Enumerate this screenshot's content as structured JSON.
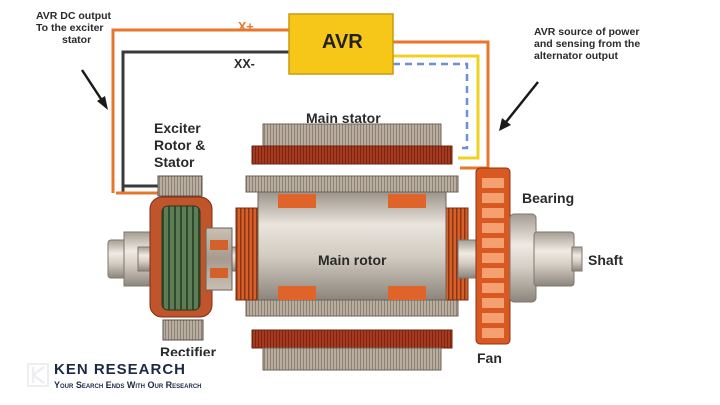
{
  "diagram": {
    "avr_label": "AVR",
    "signal_positive": "X+",
    "signal_negative": "XX-",
    "note_left": [
      "AVR DC output",
      "To the exciter",
      "stator"
    ],
    "note_right": [
      "AVR source of power",
      "and sensing from the",
      "alternator output"
    ],
    "main_stator": "Main stator",
    "exciter": [
      "Exciter",
      "Rotor &",
      "Stator"
    ],
    "main_rotor": "Main rotor",
    "bearing": "Bearing",
    "shaft": "Shaft",
    "rectifier": "Rectifier",
    "fan": "Fan"
  },
  "logo": {
    "brand": "KEN RESEARCH",
    "tagline": "Your Search Ends With Our Research"
  },
  "colors": {
    "avr_fill": "#f6c619",
    "wire_orange": "#e8762b",
    "wire_dark": "#3a3a3a",
    "wire_yellow": "#f0d020",
    "wire_blue": "#6c8fd6",
    "stator_red": "#a33820",
    "copper": "#e0632a",
    "shaft_gray": "#c9c2b8"
  }
}
